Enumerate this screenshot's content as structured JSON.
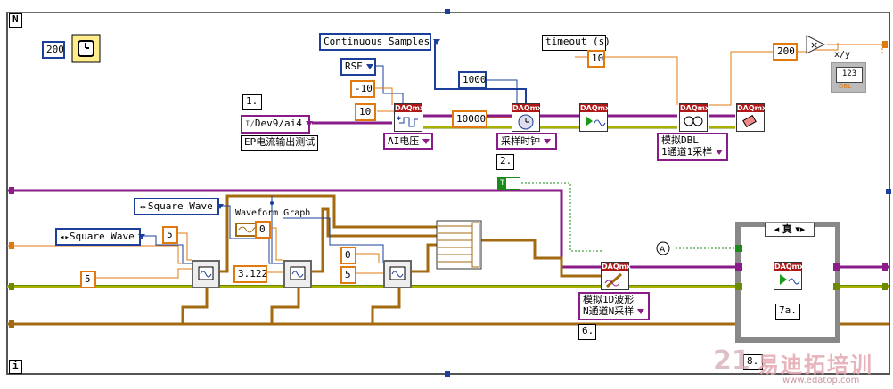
{
  "frame": {
    "top_label": "N",
    "bottom_label": "i"
  },
  "timer": {
    "ms_value": "200"
  },
  "channel": {
    "note": "1.",
    "name": "Dev9/ai4",
    "caption": "EP电流输出测试"
  },
  "ai_config": {
    "terminal": "RSE",
    "min_value": "-10",
    "max_value": "10",
    "type_label": "AI电压"
  },
  "timing": {
    "mode": "Continuous Samples",
    "rate": "1000",
    "samples": "10000",
    "label": "采样时钟",
    "note": "2."
  },
  "read": {
    "timeout_label": "timeout (s)",
    "timeout_value": "10",
    "label_line1": "模拟DBL",
    "label_line2": "1通道1采样"
  },
  "math": {
    "divisor": "200",
    "indicator_label": "x/y",
    "indicator_text": "123",
    "indicator_type": "DBL"
  },
  "signals": {
    "wave_type_1": "Square Wave",
    "wave_type_2": "Square Wave",
    "graph_label": "Waveform Graph",
    "freq_1": "5",
    "amp_1": "5",
    "freq_2": "0",
    "amp_2": "3.122",
    "freq_3": "0",
    "amp_3": "5"
  },
  "bool_const": "T",
  "write": {
    "label_line1": "模拟1D波形",
    "label_line2": "N通道N采样",
    "note": "6."
  },
  "case": {
    "selector": "真",
    "note": "7a."
  },
  "note_8": "8.",
  "daq_header": "DAQmx",
  "watermark": {
    "main": "易迪拓培训",
    "num": "21",
    "url": "www.edatop.com"
  },
  "colors": {
    "dbl_wire": "#e07a10",
    "task_wire": "#8a1c8a",
    "error_wire": "#c8b400",
    "enum_wire": "#1b3f9a"
  }
}
